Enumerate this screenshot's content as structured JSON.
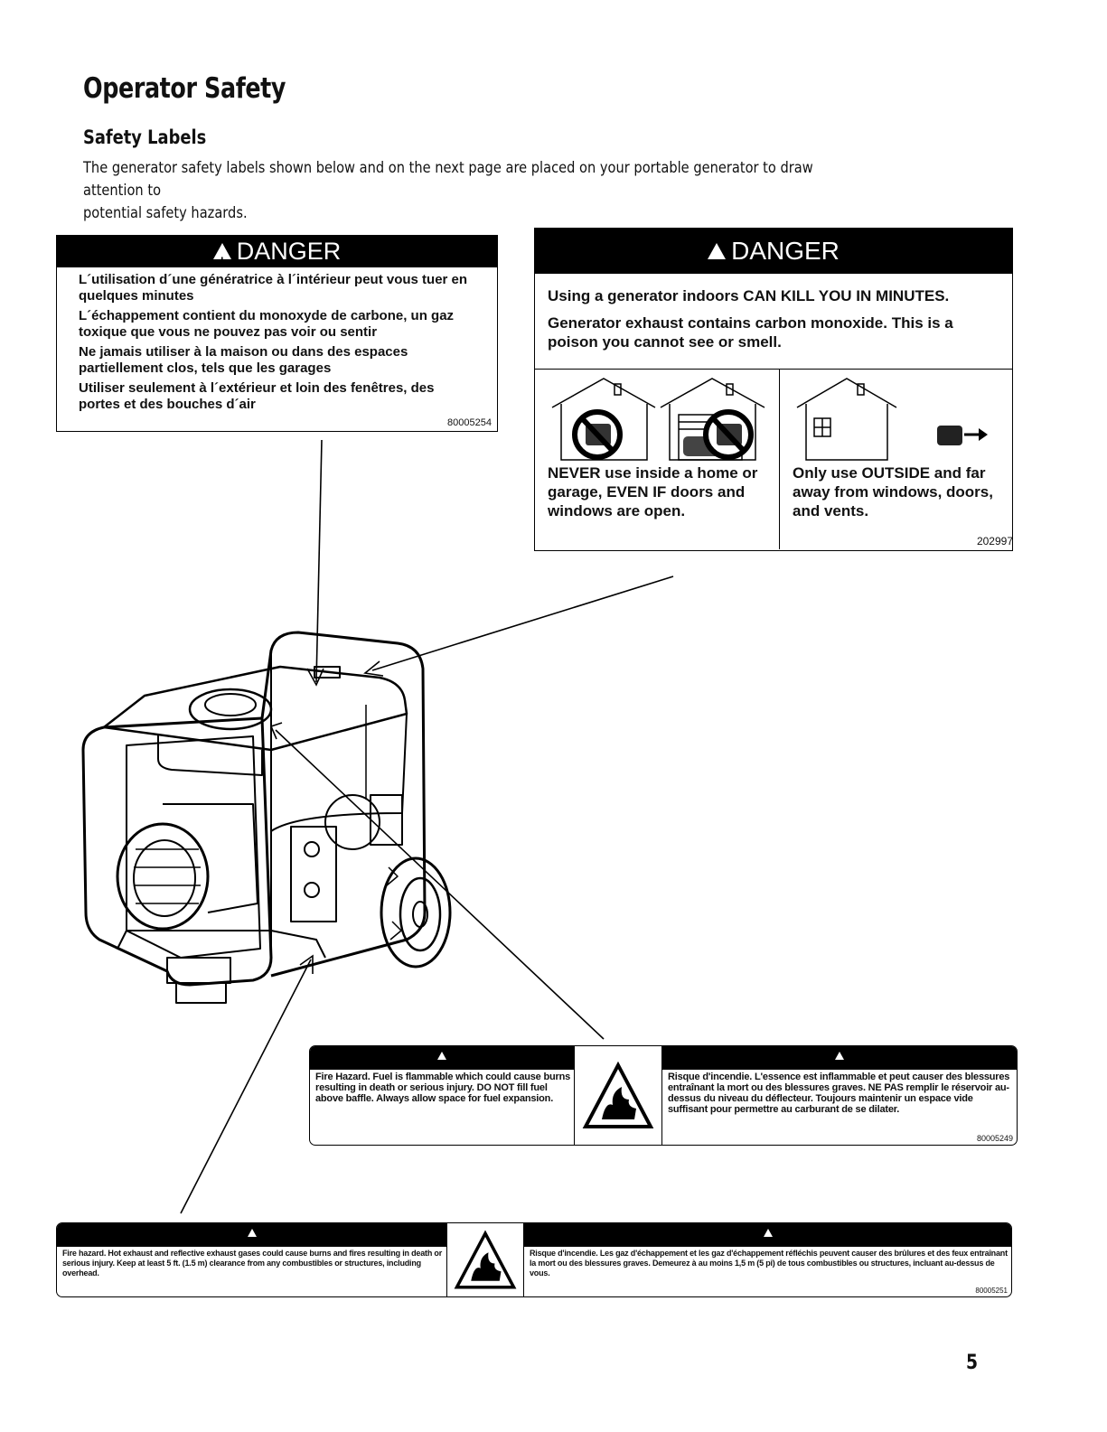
{
  "heading": "Operator Safety",
  "subheading": "Safety Labels",
  "intro": "The generator safety labels shown below and on the next page are placed on your portable generator to draw attention to\npotential safety hazards.",
  "label_fr": {
    "title": "DANGER",
    "lines": [
      "L´utilisation d´une génératrice à l´intérieur peut vous tuer en quelques minutes",
      "L´échappement contient du monoxyde de carbone, un gaz toxique que vous ne pouvez pas voir ou sentir",
      "Ne jamais utiliser à la maison ou dans des espaces partiellement clos, tels que les garages",
      "Utiliser seulement à l´extérieur et loin des fenêtres, des portes et des bouches d´air"
    ],
    "code": "80005254"
  },
  "label_en": {
    "title": "DANGER",
    "line1": "Using a generator indoors CAN KILL YOU IN MINUTES.",
    "line2": "Generator exhaust contains carbon monoxide. This is a poison you cannot see or smell.",
    "never_text": "NEVER use inside a home or garage, EVEN IF doors and windows are open.",
    "outside_text": "Only use OUTSIDE and far away from windows, doors, and vents.",
    "code": "202997"
  },
  "fire_label_1": {
    "english": "Fire Hazard.  Fuel is flammable which could cause burns resulting in death or serious injury.  DO NOT fill fuel above baffle. Always allow space for fuel expansion.",
    "french": "Risque d'incendie. L'essence est inflammable et peut causer des blessures entraînant la mort ou des blessures graves. NE PAS remplir le réservoir au-dessus du niveau du déflecteur. Toujours maintenir un espace vide suffisant pour permettre au carburant de se dilater.",
    "code": "80005249"
  },
  "fire_label_2": {
    "english": "Fire hazard. Hot exhaust and reflective exhaust gases could cause burns and fires resulting in death or serious injury.  Keep at least 5 ft. (1.5 m) clearance from any combustibles or structures, including overhead.",
    "french": "Risque d'incendie. Les gaz d'échappement et les gaz d'échappement réfléchis peuvent causer des brûlures et des feux entraînant la mort ou des blessures graves. Demeurez à au moins 1,5 m (5 pi) de tous combustibles ou structures, incluant au-dessus de vous.",
    "code": "80005251"
  },
  "page_number": "5"
}
